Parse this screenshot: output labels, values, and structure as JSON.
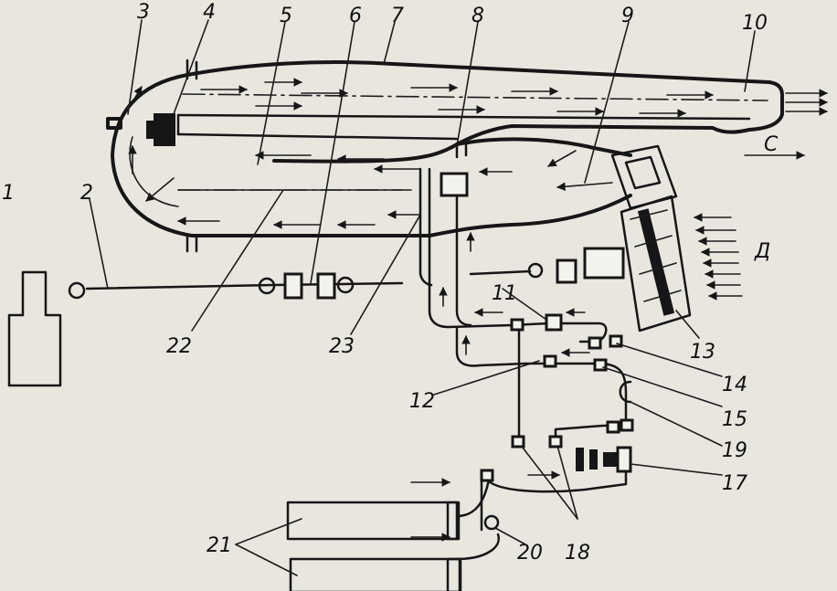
{
  "labels": {
    "n1": "1",
    "n2": "2",
    "n3": "3",
    "n4": "4",
    "n5": "5",
    "n6": "6",
    "n7": "7",
    "n8": "8",
    "n9": "9",
    "n10": "10",
    "n11": "11",
    "n12": "12",
    "n13": "13",
    "n14": "14",
    "n15": "15",
    "n17": "17",
    "n18": "18",
    "n19": "19",
    "n20": "20",
    "n21": "21",
    "n22": "22",
    "n23": "23",
    "c": "С",
    "d": "Д"
  },
  "colors": {
    "ink": "#161616",
    "paper": "#e9e6df"
  }
}
